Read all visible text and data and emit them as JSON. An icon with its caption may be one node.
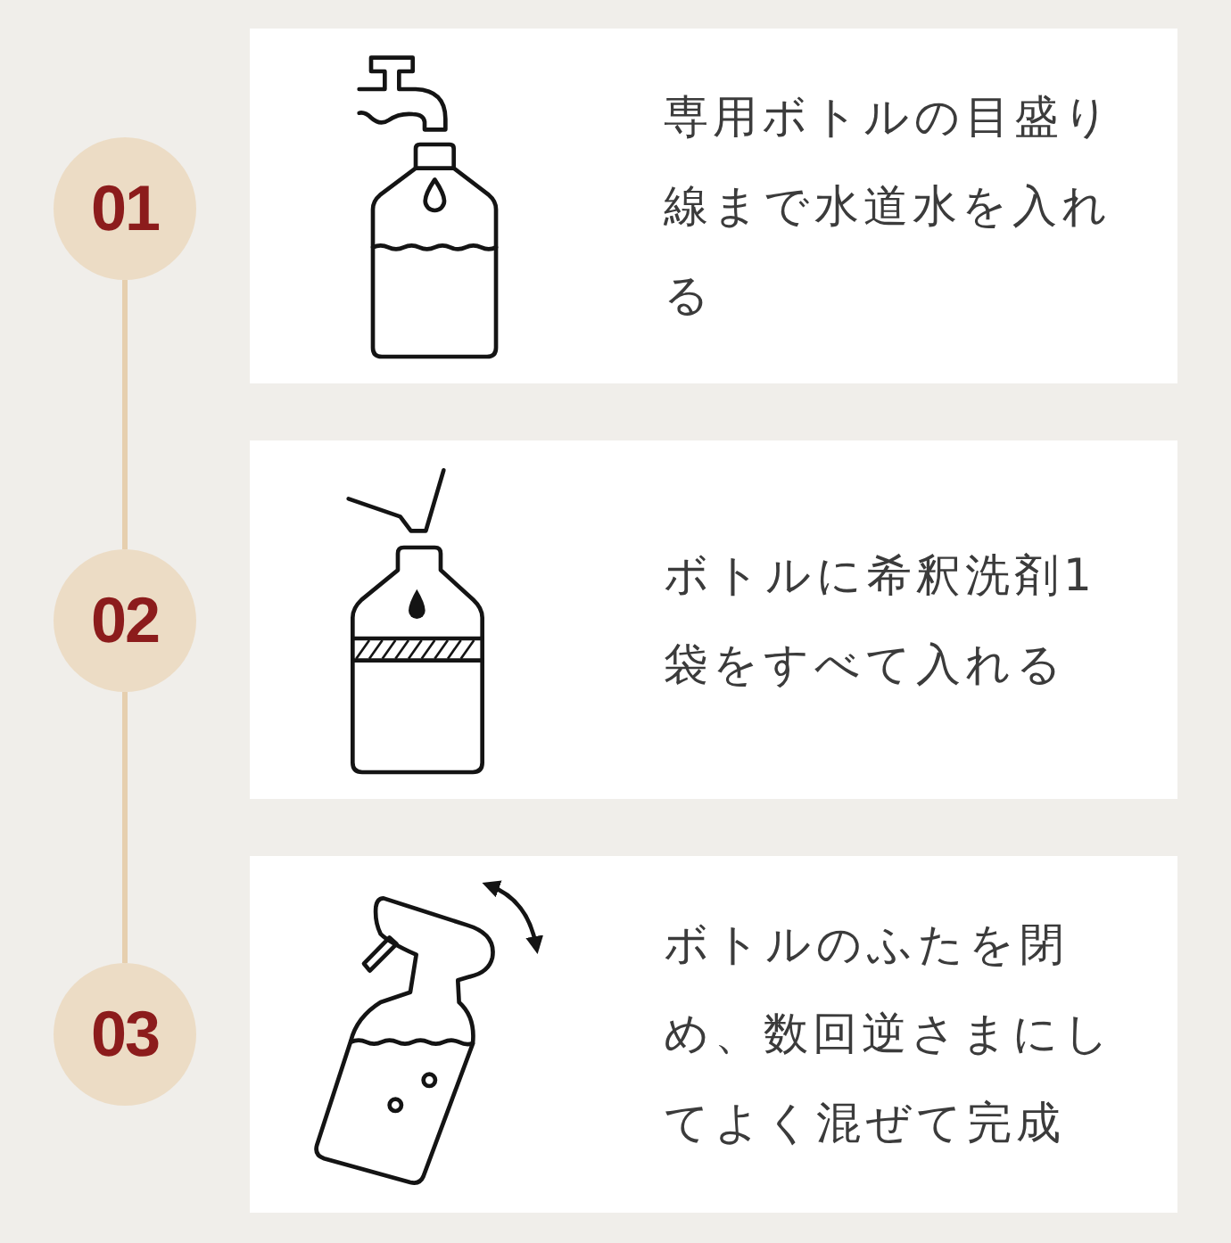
{
  "diagram": {
    "nodes": [
      {
        "text": [
          "01"
        ]
      },
      {
        "text": [
          "専用ボトルの目盛り線まで水道水を入れる"
        ]
      },
      {
        "text": [
          "02"
        ]
      },
      {
        "text": [
          "ボトルに希釈洗剤1袋をすべて入れる"
        ]
      },
      {
        "text": [
          "03"
        ]
      },
      {
        "text": [
          "ボトルのふたを閉め、数回逆さまにしてよく混ぜて完成"
        ]
      }
    ],
    "edges": [
      {
        "from": 0,
        "to": 2,
        "arrow": "none"
      },
      {
        "from": 2,
        "to": 4,
        "arrow": "none"
      }
    ]
  }
}
